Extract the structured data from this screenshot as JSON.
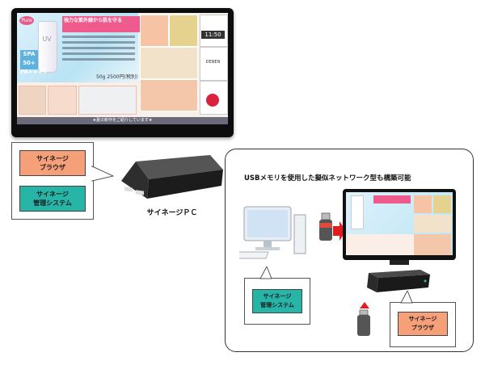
{
  "monitor": {
    "ad_logo": "Pure",
    "ad_tube_text": "UV",
    "ad_spf": "SPA 50+ PA++++",
    "ad_headline": "強力な紫外線から肌を守る",
    "ad_price": "50g 2500円(税別)",
    "clock_time": "11:50",
    "brand": "DENEN",
    "ticker": "★夏の新作をご紹介しています★"
  },
  "software": {
    "browser_label": "サイネージ\nブラウザ",
    "manager_label": "サイネージ\n管理システム"
  },
  "pc": {
    "label": "サイネージＰＣ"
  },
  "panel": {
    "title": "USBメモリを使用した擬似ネットワーク型も構築可能",
    "manager_label": "サイネージ\n管理システム",
    "browser_label": "サイネージ\nブラウザ"
  },
  "colors": {
    "browser_box": "#f6a07a",
    "manager_box": "#27b5a8",
    "arrow": "#e11d1d",
    "ad_pink": "#ef5b8d"
  },
  "icons": [
    "desktop-pc-icon",
    "usb-memory-icon",
    "arrow-right-icon",
    "signage-pc-icon"
  ]
}
